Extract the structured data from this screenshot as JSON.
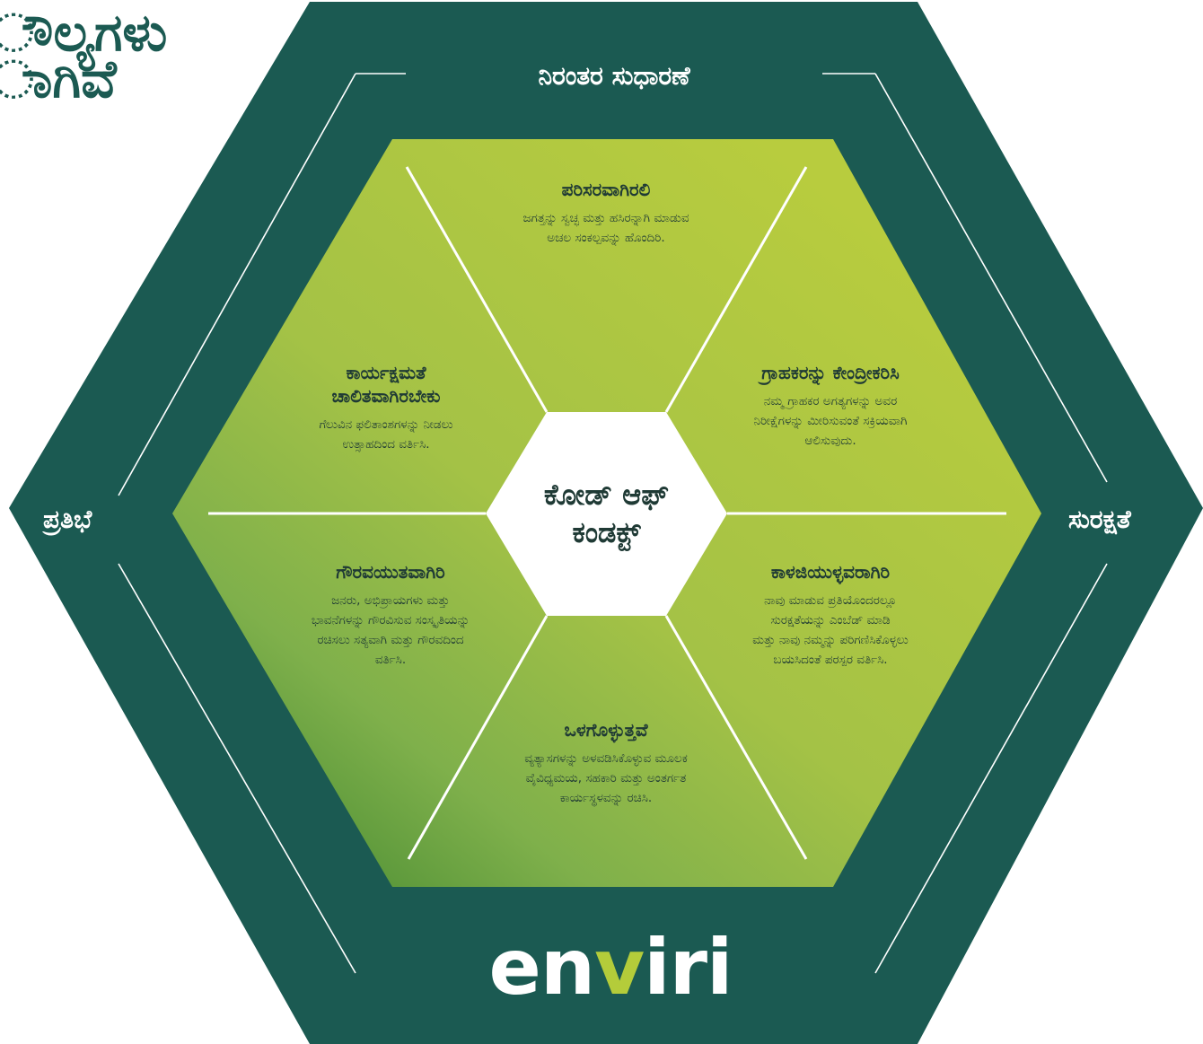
{
  "heading": {
    "line1": "ೌಲ್ಯಗಳು",
    "line2": "ಾಗಿವೆ"
  },
  "outer_labels": {
    "top": "ನಿರಂತರ ಸುಧಾರಣೆ",
    "left": "ಪ್ರತಿಭೆ",
    "right": "ಸುರಕ್ಷತೆ"
  },
  "center": {
    "line1": "ಕೋಡ್ ಆಫ್",
    "line2": "ಕಂಡಕ್ಟ್"
  },
  "segments": {
    "top": {
      "title": "ಪರಿಸರವಾಗಿರಲಿ",
      "desc": [
        "ಜಗತ್ತನ್ನು ಸ್ವಚ್ಛ ಮತ್ತು ಹಸಿರನ್ನಾಗಿ ಮಾಡುವ",
        "ಅಚಲ ಸಂಕಲ್ಪವನ್ನು ಹೊಂದಿರಿ."
      ]
    },
    "upper_right": {
      "title": "ಗ್ರಾಹಕರನ್ನು ಕೇಂದ್ರೀಕರಿಸಿ",
      "desc": [
        "ನಮ್ಮ ಗ್ರಾಹಕರ ಅಗತ್ಯಗಳನ್ನು ಅವರ",
        "ನಿರೀಕ್ಷೆಗಳನ್ನು ಮೀರಿಸುವಂತೆ ಸಕ್ರಿಯವಾಗಿ",
        "ಆಲಿಸುವುದು."
      ]
    },
    "lower_right": {
      "title": "ಕಾಳಜಿಯುಳ್ಳವರಾಗಿರಿ",
      "desc": [
        "ನಾವು ಮಾಡುವ ಪ್ರತಿಯೊಂದರಲ್ಲೂ",
        "ಸುರಕ್ಷತೆಯನ್ನು ಎಂಬೆಡ್ ಮಾಡಿ",
        "ಮತ್ತು ನಾವು ನಮ್ಮನ್ನು ಪರಿಗಣಿಸಿಕೊಳ್ಳಲು",
        "ಬಯಸಿದಂತೆ ಪರಸ್ಪರ ವರ್ತಿಸಿ."
      ]
    },
    "bottom": {
      "title": "ಒಳಗೊಳ್ಳುತ್ತವೆ",
      "desc": [
        "ವ್ಯತ್ಯಾಸಗಳನ್ನು ಅಳವಡಿಸಿಕೊಳ್ಳುವ ಮೂಲಕ",
        "ವೈವಿಧ್ಯಮಯ, ಸಹಕಾರಿ ಮತ್ತು ಅಂತರ್ಗತ",
        "ಕಾರ್ಯಸ್ಥಳವನ್ನು ರಚಿಸಿ."
      ]
    },
    "lower_left": {
      "title": "ಗೌರವಯುತವಾಗಿರಿ",
      "desc": [
        "ಜನರು, ಅಭಿಪ್ರಾಯಗಳು ಮತ್ತು",
        "ಭಾವನೆಗಳನ್ನು ಗೌರವಿಸುವ ಸಂಸ್ಕೃತಿಯನ್ನು",
        "ರಚಿಸಲು ಸತ್ಯವಾಗಿ ಮತ್ತು ಗೌರವದಿಂದ",
        "ವರ್ತಿಸಿ."
      ]
    },
    "upper_left": {
      "title_line1": "ಕಾರ್ಯಕ್ಷಮತೆ",
      "title_line2": "ಚಾಲಿತವಾಗಿರಬೇಕು",
      "desc": [
        "ಗೆಲುವಿನ ಫಲಿತಾಂಶಗಳನ್ನು ನೀಡಲು",
        "ಉತ್ಸಾಹದಿಂದ ವರ್ತಿಸಿ."
      ]
    }
  },
  "logo": {
    "prefix": "en",
    "accent": "v",
    "suffix": "iri"
  },
  "colors": {
    "outer_hex": "#1b5a52",
    "inner_light": "#b8cc3e",
    "inner_dark": "#5e9a3c",
    "accent": "#b4cc3a"
  }
}
